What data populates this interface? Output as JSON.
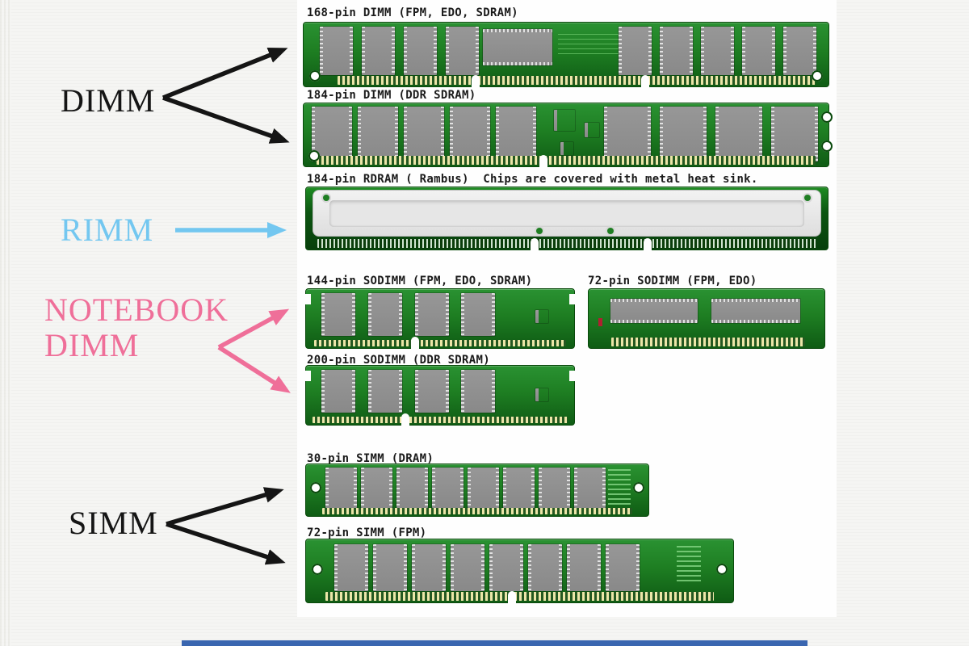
{
  "title": "Memory module types diagram",
  "labels": {
    "dimm": "DIMM",
    "rimm": "RIMM",
    "notebook_line1": "NOTEBOOK",
    "notebook_line2": "DIMM",
    "simm": "SIMM"
  },
  "modules": [
    {
      "name": "dimm-168",
      "caption": "168-pin DIMM (FPM, EDO, SDRAM)"
    },
    {
      "name": "dimm-184-ddr",
      "caption": "184-pin DIMM (DDR SDRAM)"
    },
    {
      "name": "rdram-184",
      "caption": "184-pin RDRAM ( Rambus)  Chips are covered with metal heat sink."
    },
    {
      "name": "sodimm-144",
      "caption": "144-pin SODIMM (FPM, EDO, SDRAM)"
    },
    {
      "name": "sodimm-72",
      "caption": "72-pin SODIMM (FPM, EDO)"
    },
    {
      "name": "sodimm-200",
      "caption": "200-pin SODIMM (DDR SDRAM)"
    },
    {
      "name": "simm-30",
      "caption": "30-pin SIMM (DRAM)"
    },
    {
      "name": "simm-72",
      "caption": "72-pin SIMM (FPM)"
    }
  ],
  "colors": {
    "background": "#f5f5f3",
    "pcb_green": "#1e7e22",
    "chip_gray": "#8f8f8f",
    "pin_gold": "#ece6a8",
    "heatsink_silver": "#ececec",
    "label_black": "#151515",
    "label_blue": "#73c7f0",
    "label_pink": "#ef6f99",
    "footer_blue": "#3a66b0"
  }
}
